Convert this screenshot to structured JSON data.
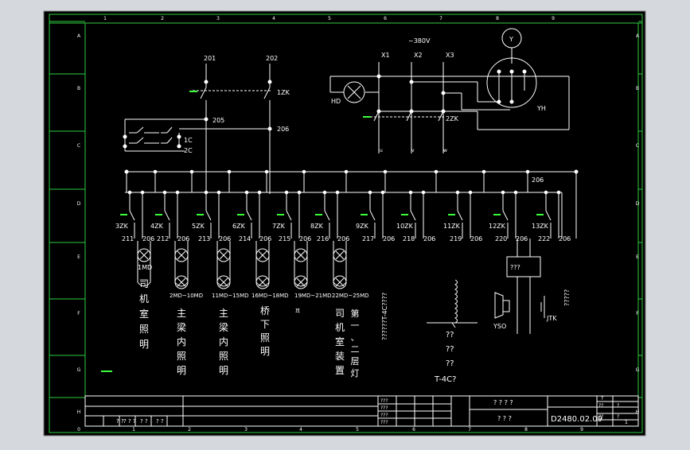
{
  "colors": {
    "background": "#000000",
    "frame": "#2ecc40",
    "line": "#ffffff",
    "outer": "#d5d9dd",
    "switch_mark": "#3cff3c"
  },
  "frame": {
    "cols": [
      "1",
      "2",
      "3",
      "4",
      "5",
      "6",
      "7",
      "8",
      "9"
    ],
    "rows": [
      "A",
      "B",
      "C",
      "D",
      "E",
      "F",
      "G",
      "H"
    ],
    "bottom_cols": [
      "0",
      "1",
      "2",
      "3",
      "4",
      "5",
      "6",
      "7",
      "8",
      "9"
    ]
  },
  "top": {
    "n201": "201",
    "n202": "202",
    "zk1": "1ZK",
    "n205": "205",
    "n206": "206",
    "c1": "1C",
    "c2": "2C",
    "v380": "~380V",
    "x1": "X1",
    "x2": "X2",
    "x3": "X3",
    "hd": "HD",
    "y": "Y",
    "yh": "YH",
    "zk2": "2ZK",
    "u": "u",
    "v": "v",
    "w": "w"
  },
  "bus_label": "206",
  "switches": [
    "3ZK",
    "4ZK",
    "5ZK",
    "6ZK",
    "7ZK",
    "8ZK",
    "9ZK",
    "10ZK",
    "11ZK",
    "12ZK",
    "13ZK"
  ],
  "branch_nums": [
    "211",
    "206",
    "212",
    "206",
    "213",
    "206",
    "214",
    "206",
    "215",
    "206",
    "216",
    "206",
    "217",
    "206",
    "218",
    "206",
    "219",
    "206",
    "220",
    "206",
    "222",
    "206"
  ],
  "lamps": [
    "1MD",
    "2MD~10MD",
    "11MD~15MD",
    "16MD~18MD",
    "19MD~21MD",
    "22MD~25MD"
  ],
  "captions": {
    "col1": [
      "司",
      "机",
      "室",
      "照",
      "明"
    ],
    "col2": [
      "主",
      "梁",
      "内",
      "照",
      "明"
    ],
    "col3": [
      "主",
      "梁",
      "内",
      "照",
      "明"
    ],
    "col4": [
      "桥",
      "下",
      "照",
      "明"
    ],
    "col5": [
      "司",
      "机",
      "室",
      "装",
      "置"
    ],
    "col6": [
      "第",
      "一",
      "、",
      "二",
      "层",
      "灯"
    ],
    "small_mark": "耳"
  },
  "t4c_vertical": "??????T-4C????",
  "t4c_block": {
    "q1": "??",
    "q2": "??",
    "q3": "??",
    "label": "T-4C?"
  },
  "right_block": {
    "box": "???",
    "yso": "YSO",
    "jtk": "JTK",
    "vert": "?????"
  },
  "title_block": {
    "left_row": [
      "? ?",
      "? ? ?",
      "? ?",
      "? ?"
    ],
    "mid_cells": [
      "???",
      "???",
      "???",
      "???"
    ],
    "right_q1": "? ? ? ?",
    "right_q2": "? ? ?",
    "code": "D2480.02.09",
    "corner_cells": [
      "?",
      "??",
      "??",
      "?",
      "?",
      "1"
    ]
  }
}
